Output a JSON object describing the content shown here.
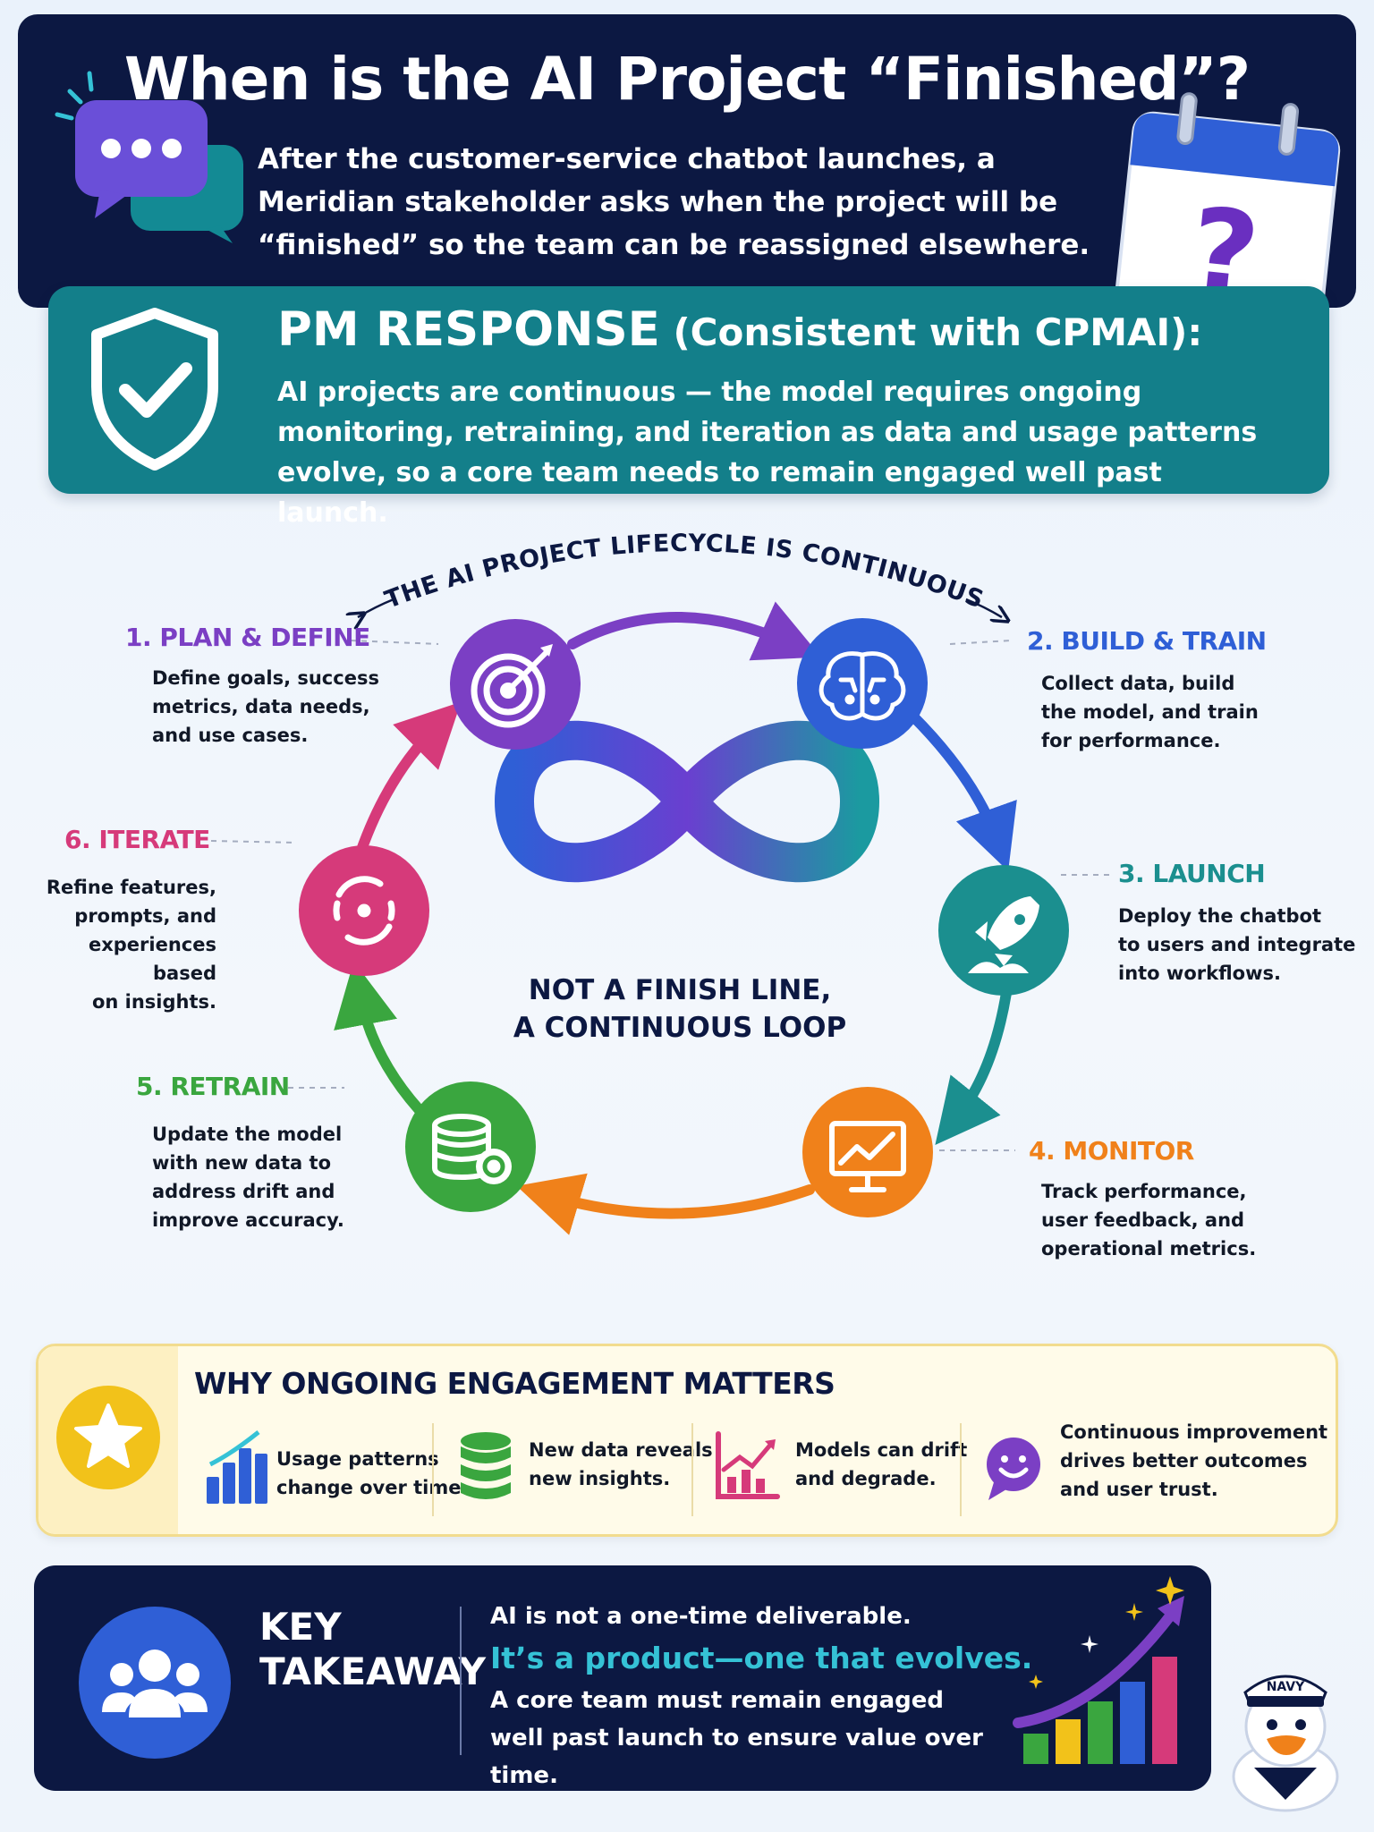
{
  "header": {
    "title": "When is the AI Project “Finished”?",
    "text": "After the customer-service chatbot launches, a Meridian stakeholder asks when the project will be “finished” so the team can be reassigned elsewhere.",
    "calendar_symbol": "?"
  },
  "pm": {
    "title_main": "PM RESPONSE",
    "title_rest": " (Consistent with CPMAI):",
    "text": "AI projects are continuous — the model requires ongoing monitoring, retraining, and iteration as data and usage patterns evolve, so a core team needs to remain engaged well past launch."
  },
  "lifecycle": {
    "arc_title": "THE AI PROJECT LIFECYCLE IS CONTINUOUS",
    "center_label_1": "NOT A FINISH LINE,",
    "center_label_2": "A CONTINUOUS LOOP",
    "steps": [
      {
        "title": "1. PLAN & DEFINE",
        "desc_lines": [
          "Define goals, success",
          "metrics, data needs,",
          "and use cases."
        ],
        "icon": "target-icon",
        "color": "#7b3fc4"
      },
      {
        "title": "2. BUILD & TRAIN",
        "desc_lines": [
          "Collect data, build",
          "the model, and train",
          "for performance."
        ],
        "icon": "brain-icon",
        "color": "#2f5fd6"
      },
      {
        "title": "3. LAUNCH",
        "desc_lines": [
          "Deploy the chatbot",
          "to users and integrate",
          "into workflows."
        ],
        "icon": "rocket-icon",
        "color": "#1b8f8f"
      },
      {
        "title": "4. MONITOR",
        "desc_lines": [
          "Track performance,",
          "user feedback, and",
          "operational metrics."
        ],
        "icon": "monitor-chart-icon",
        "color": "#f0811a"
      },
      {
        "title": "5. RETRAIN",
        "desc_lines": [
          "Update the model",
          "with new data to",
          "address drift and",
          "improve accuracy."
        ],
        "icon": "database-sync-icon",
        "color": "#3aa63f"
      },
      {
        "title": "6. ITERATE",
        "desc_lines": [
          "Refine features,",
          "prompts, and",
          "experiences based",
          "on insights."
        ],
        "icon": "refresh-target-icon",
        "color": "#d63a7a"
      }
    ]
  },
  "why": {
    "title": "WHY ONGOING ENGAGEMENT MATTERS",
    "items": [
      {
        "lines": [
          "Usage patterns",
          "change over time."
        ],
        "icon": "bar-chart-icon",
        "color": "#2f5fd6"
      },
      {
        "lines": [
          "New data reveals",
          "new insights."
        ],
        "icon": "database-icon",
        "color": "#3aa63f"
      },
      {
        "lines": [
          "Models can drift",
          "and degrade."
        ],
        "icon": "trend-chart-icon",
        "color": "#d63a7a"
      },
      {
        "lines": [
          "Continuous improvement",
          "drives better outcomes",
          "and user trust."
        ],
        "icon": "smile-chat-icon",
        "color": "#7b3fc4"
      }
    ]
  },
  "key": {
    "title_1": "KEY",
    "title_2": "TAKEAWAY",
    "line1": "AI is not a one-time deliverable.",
    "line2": "It’s a product—one that evolves.",
    "line3_1": "A core team must remain engaged",
    "line3_2": "well past launch to ensure value over time.",
    "mascot_hat": "NAVY"
  },
  "colors": {
    "navy": "#0c1842",
    "teal": "#137f8a",
    "purple": "#7b3fc4",
    "blue": "#2f5fd6",
    "green": "#3aa63f",
    "orange": "#f0811a",
    "pink": "#d63a7a",
    "cyan": "#35c2d6"
  }
}
